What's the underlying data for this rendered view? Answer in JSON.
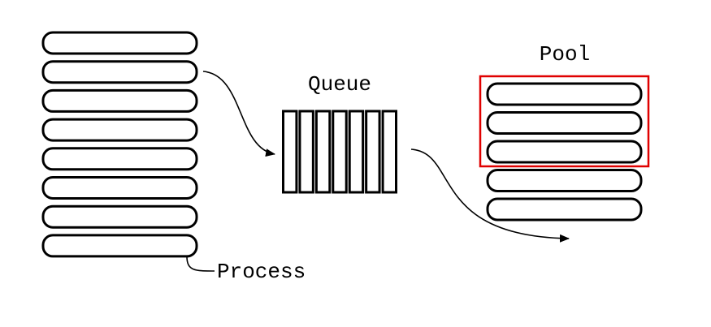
{
  "labels": {
    "queue": "Queue",
    "pool": "Pool",
    "process": "Process"
  },
  "process_stack": {
    "count": 8
  },
  "queue": {
    "slots": 7
  },
  "pool": {
    "items": 5,
    "highlighted_items": 3
  },
  "colors": {
    "stroke": "#000000",
    "highlight": "#e00000",
    "background": "#ffffff"
  }
}
